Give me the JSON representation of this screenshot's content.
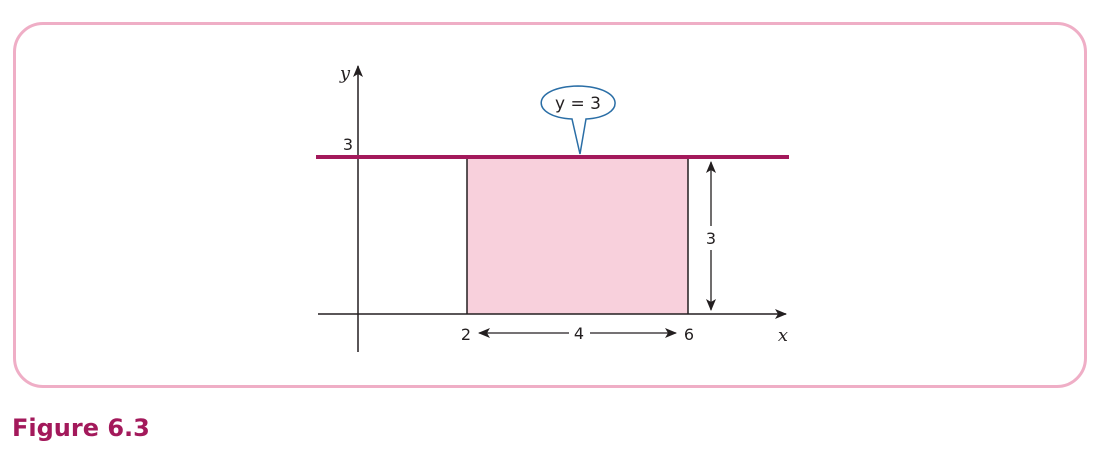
{
  "figure": {
    "caption": "Figure 6.3",
    "axes": {
      "x_label": "x",
      "y_label": "y"
    },
    "line_label": "y = 3",
    "tick_labels": {
      "y3": "3",
      "x2": "2",
      "x6": "6"
    },
    "dimensions": {
      "width": "4",
      "height": "3"
    },
    "colors": {
      "line": "#a3195b",
      "region": "#f8d0dc",
      "frame": "#efaec6",
      "callout": "#2a6ea6"
    }
  }
}
